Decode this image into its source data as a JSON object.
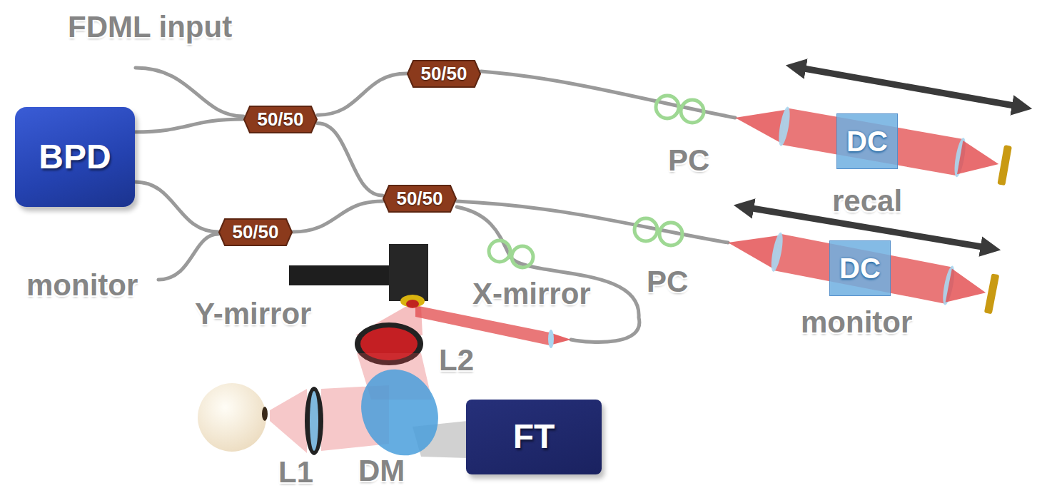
{
  "diagram": {
    "nodes": [
      {
        "text": [
          "50/50"
        ]
      },
      {
        "text": [
          "50/50"
        ]
      },
      {
        "text": [
          "DC"
        ]
      },
      {
        "text": [
          "BPD"
        ]
      },
      {
        "text": [
          "50/50"
        ]
      },
      {
        "text": [
          "DC"
        ]
      },
      {
        "text": [
          "50/50"
        ]
      },
      {
        "text": [
          "FT"
        ]
      }
    ],
    "edges": [
      {
        "from": 3,
        "to": 1,
        "arrow": "none"
      },
      {
        "from": 1,
        "to": 0,
        "arrow": "none"
      },
      {
        "from": 1,
        "to": 4,
        "arrow": "none"
      },
      {
        "from": 3,
        "to": 6,
        "arrow": "none"
      },
      {
        "from": 6,
        "to": 4,
        "arrow": "none"
      }
    ],
    "labels": [
      "FDML input",
      "PC",
      "recal",
      "monitor",
      "PC",
      "Y-mirror",
      "X-mirror",
      "monitor",
      "L2",
      "L1",
      "DM"
    ]
  }
}
